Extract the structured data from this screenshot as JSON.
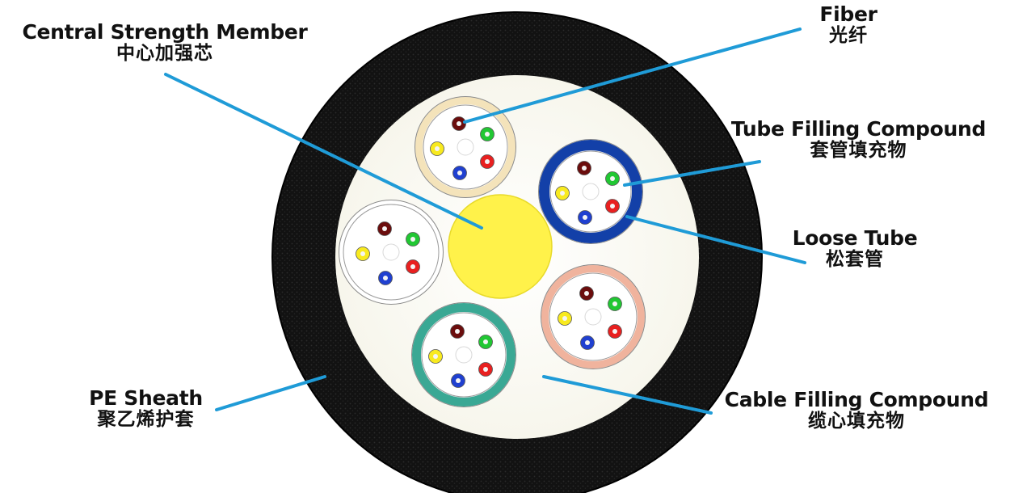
{
  "labels": {
    "central_strength_member": {
      "en": "Central Strength Member",
      "zh": "中心加强芯"
    },
    "fiber": {
      "en": "Fiber",
      "zh": "光纤"
    },
    "tube_filling_compound": {
      "en": "Tube Filling Compound",
      "zh": "套管填充物"
    },
    "loose_tube": {
      "en": "Loose Tube",
      "zh": "松套管"
    },
    "pe_sheath": {
      "en": "PE Sheath",
      "zh": "聚乙烯护套"
    },
    "cable_filling_compound": {
      "en": "Cable Filling Compound",
      "zh": "缆心填充物"
    }
  },
  "colors": {
    "leader_line": "#1f9bd7",
    "sheath": "#111111",
    "cable_filling": "#fbfaf2",
    "central_member": "#fff24a",
    "loose_tubes": [
      "#f4e3ba",
      "#1340a8",
      "#ffffff",
      "#f0b39d",
      "#3aa894"
    ],
    "fibers": [
      "#6b0d0d",
      "#21c733",
      "#f8ea1f",
      "#e82020",
      "#2040d0"
    ]
  }
}
